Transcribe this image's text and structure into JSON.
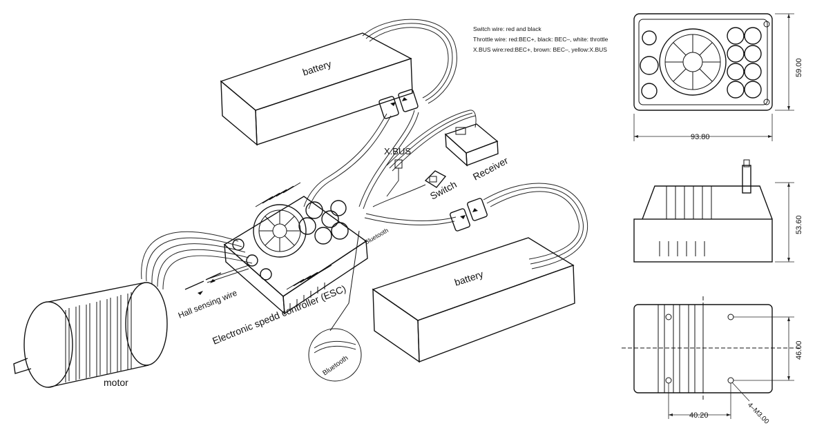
{
  "notes": {
    "line1": "Switch wire: red and black",
    "line2": "Throttle wire: red:BEC+, black: BEC–, white: throttle",
    "line3": "X.BUS wire:red:BEC+, brown: BEC–, yellow:X.BUS"
  },
  "labels": {
    "battery_top": "battery",
    "battery_bottom": "battery",
    "xbus": "X.BUS",
    "switch": "Switch",
    "receiver": "Receiver",
    "bluetooth": "Bluetooth",
    "bluetooth_detail": "Bluetooth",
    "hall": "Hall sensing wire",
    "esc": "Electronic spedd controller (ESC)",
    "motor": "motor"
  },
  "dimensions": {
    "top_width": "93.80",
    "top_height": "59.00",
    "side_height": "53.60",
    "bottom_height": "46.00",
    "bottom_hole_spacing": "40.20",
    "bottom_holes": "4–M3.00"
  },
  "icons": {
    "fan": "fan-icon",
    "connector": "connector-icon"
  }
}
